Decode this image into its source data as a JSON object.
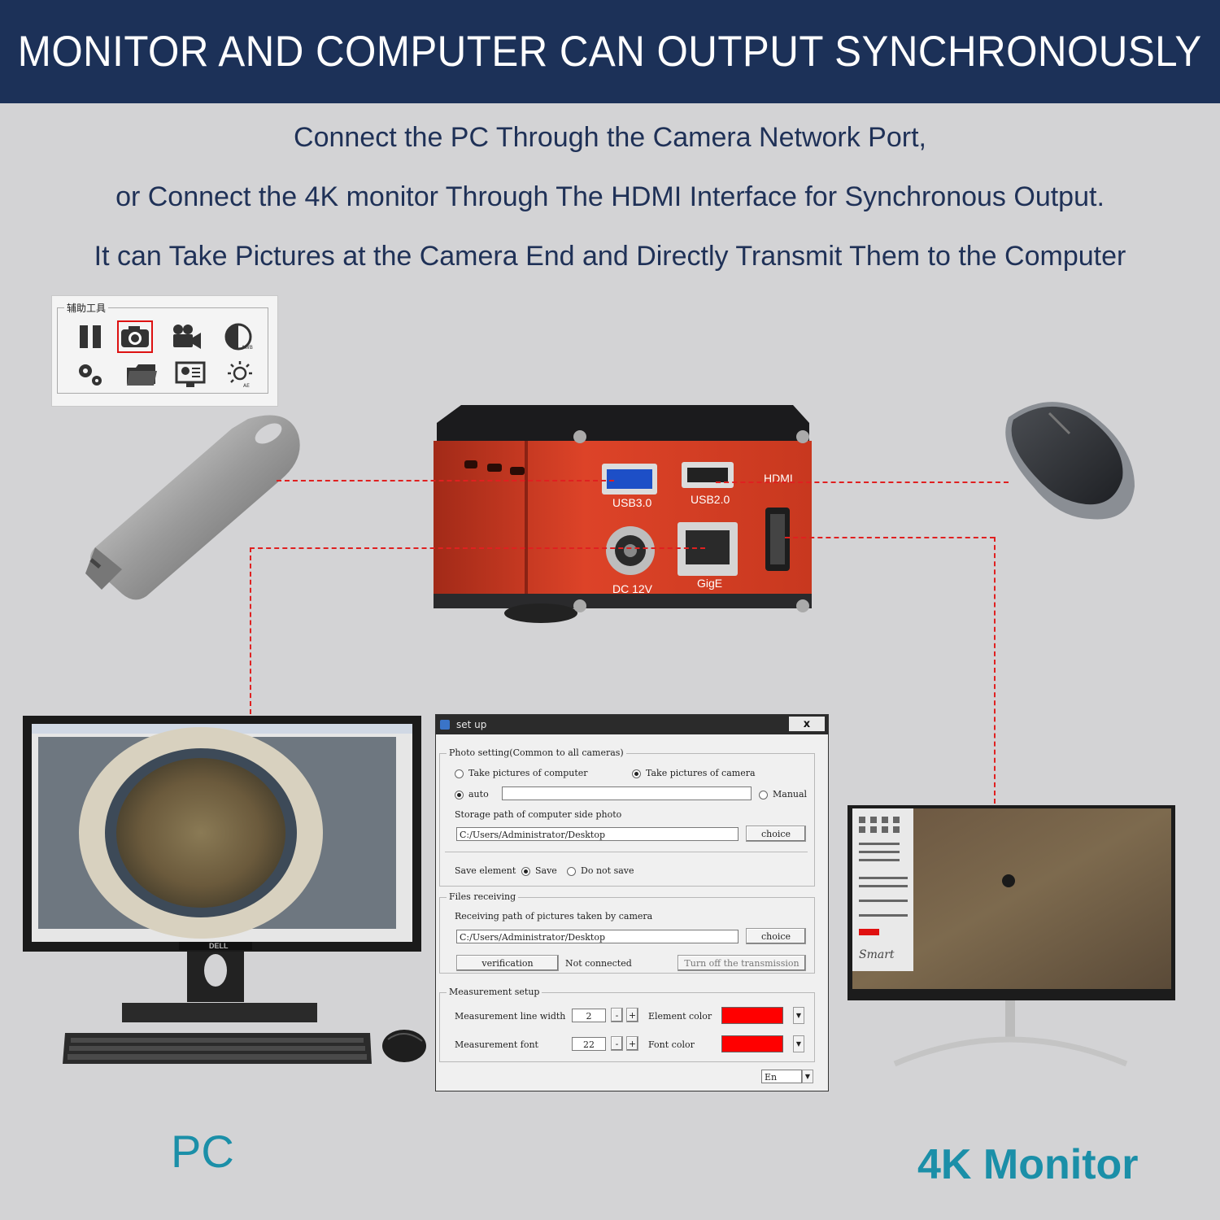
{
  "header": {
    "title": "MONITOR AND COMPUTER CAN OUTPUT SYNCHRONOUSLY"
  },
  "subtitle": {
    "line1": "Connect the PC Through the Camera Network Port,",
    "line2": "or Connect the 4K monitor Through The HDMI Interface for Synchronous Output.",
    "line3": "It can Take Pictures at the Camera End and Directly Transmit Them to the Computer"
  },
  "toolbox": {
    "title": "辅助工具",
    "awb_label": "AWB",
    "ae_label": "AE"
  },
  "camera": {
    "usb3_label": "USB3.0",
    "usb2_label": "USB2.0",
    "hdmi_label": "HDMI",
    "dc_label": "DC 12V",
    "gige_label": "GigE"
  },
  "pc": {
    "brand": "DELL",
    "label": "PC"
  },
  "monitor": {
    "brand_text": "Smart",
    "label": "4K Monitor"
  },
  "dialog": {
    "title": "set up",
    "close_label": "x",
    "photo_group": {
      "legend": "Photo setting(Common to all cameras)",
      "take_computer": "Take pictures of computer",
      "take_camera": "Take pictures of camera",
      "auto": "auto",
      "manual": "Manual",
      "storage_label": "Storage path of computer side photo",
      "storage_path": "C:/Users/Administrator/Desktop",
      "choice_label": "choice",
      "save_element_label": "Save element",
      "save": "Save",
      "do_not_save": "Do not save"
    },
    "files_group": {
      "legend": "Files receiving",
      "receive_label": "Receiving path of pictures taken by camera",
      "receive_path": "C:/Users/Administrator/Desktop",
      "choice_label": "choice",
      "verification_label": "verification",
      "status": "Not connected",
      "turn_off_label": "Turn off the transmission"
    },
    "measure_group": {
      "legend": "Measurement setup",
      "line_width_label": "Measurement line width",
      "line_width": "2",
      "element_color_label": "Element color",
      "font_label": "Measurement font",
      "font_value": "22",
      "font_color_label": "Font color",
      "minus": "-",
      "plus": "+"
    },
    "language": "En",
    "element_color": "#ff0000",
    "font_color": "#ff0000"
  },
  "colors": {
    "banner": "#1c3158",
    "text_dark": "#1f3157",
    "label_teal": "#1b8fa8",
    "dashed_line": "#e02020",
    "camera_red": "#d93a22"
  }
}
